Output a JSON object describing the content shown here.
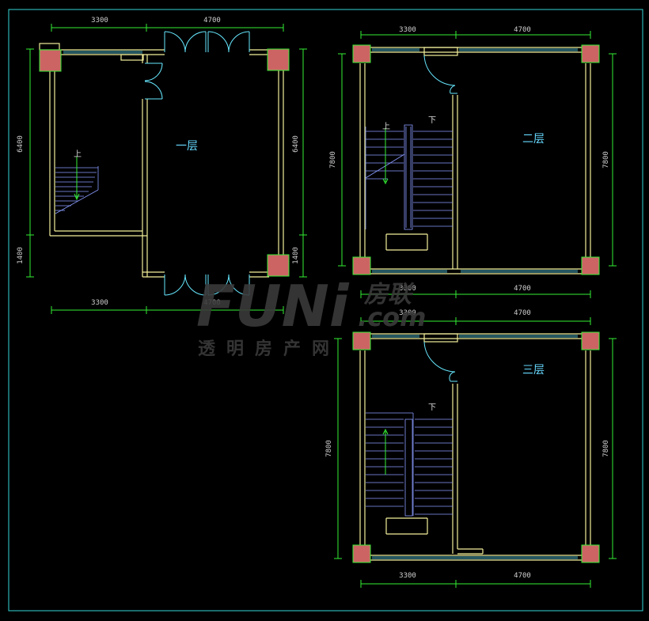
{
  "floors": {
    "floor1": {
      "room_label": "一层",
      "dim_top_left": "3300",
      "dim_top_right": "4700",
      "dim_bottom_left": "3300",
      "dim_bottom_right": "4700",
      "dim_left_upper": "6400",
      "dim_left_lower": "1400",
      "dim_right_upper": "6400",
      "dim_right_lower": "1400",
      "stair_up": "上"
    },
    "floor2": {
      "room_label": "二层",
      "dim_top_left": "3300",
      "dim_top_right": "4700",
      "dim_bottom_left": "3300",
      "dim_bottom_right": "4700",
      "dim_left": "7800",
      "dim_right": "7800",
      "stair_up": "上",
      "stair_down": "下"
    },
    "floor3": {
      "room_label": "三层",
      "dim_top_left": "3300",
      "dim_top_right": "4700",
      "dim_bottom_left": "3300",
      "dim_bottom_right": "4700",
      "dim_left": "7800",
      "dim_right": "7800",
      "stair_down": "下"
    }
  },
  "watermark": {
    "logo_text": "FUNi",
    "logo_cn": "房联",
    "logo_com": ".com",
    "slogan": "透明房产网"
  },
  "colors": {
    "background": "#000000",
    "wall": "#f3ef9a",
    "column": "#cc6464",
    "dimension": "#33ee33",
    "door": "#66e8ff",
    "stair": "#8a9cff",
    "frame": "#33d6d6"
  }
}
